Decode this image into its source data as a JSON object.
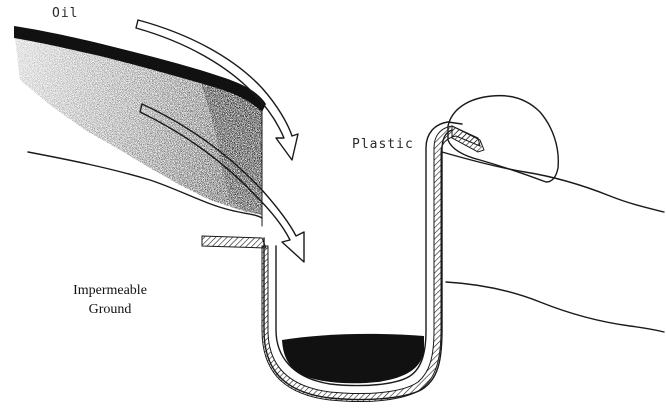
{
  "labels": {
    "oil": "Oil",
    "plastic": "Plastic",
    "ground_line1": "Impermeable",
    "ground_line2": "Ground"
  },
  "colors": {
    "ink": "#1a1a1a",
    "oil": "#111111",
    "background": "#ffffff"
  }
}
